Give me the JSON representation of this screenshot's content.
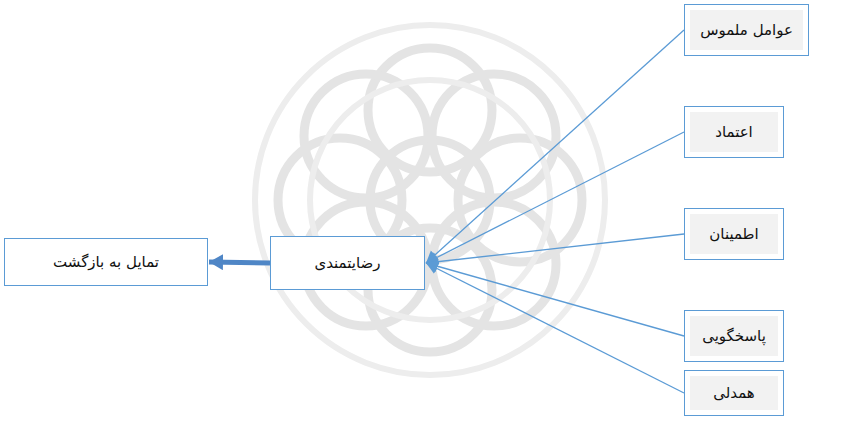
{
  "diagram": {
    "nodes": [
      {
        "text": [
          "عوامل ملموس"
        ]
      },
      {
        "text": [
          "اعتماد"
        ]
      },
      {
        "text": [
          "اطمینان"
        ]
      },
      {
        "text": [
          "پاسخگویی"
        ]
      },
      {
        "text": [
          "همدلی"
        ]
      },
      {
        "text": [
          "رضایتمندی"
        ]
      },
      {
        "text": [
          "تمایل به بازگشت"
        ]
      }
    ],
    "edges": [
      {
        "from": 0,
        "to": 5,
        "arrow": "to"
      },
      {
        "from": 1,
        "to": 5,
        "arrow": "to"
      },
      {
        "from": 2,
        "to": 5,
        "arrow": "to"
      },
      {
        "from": 3,
        "to": 5,
        "arrow": "to"
      },
      {
        "from": 4,
        "to": 5,
        "arrow": "to"
      },
      {
        "from": 5,
        "to": 6,
        "arrow": "to"
      }
    ]
  }
}
